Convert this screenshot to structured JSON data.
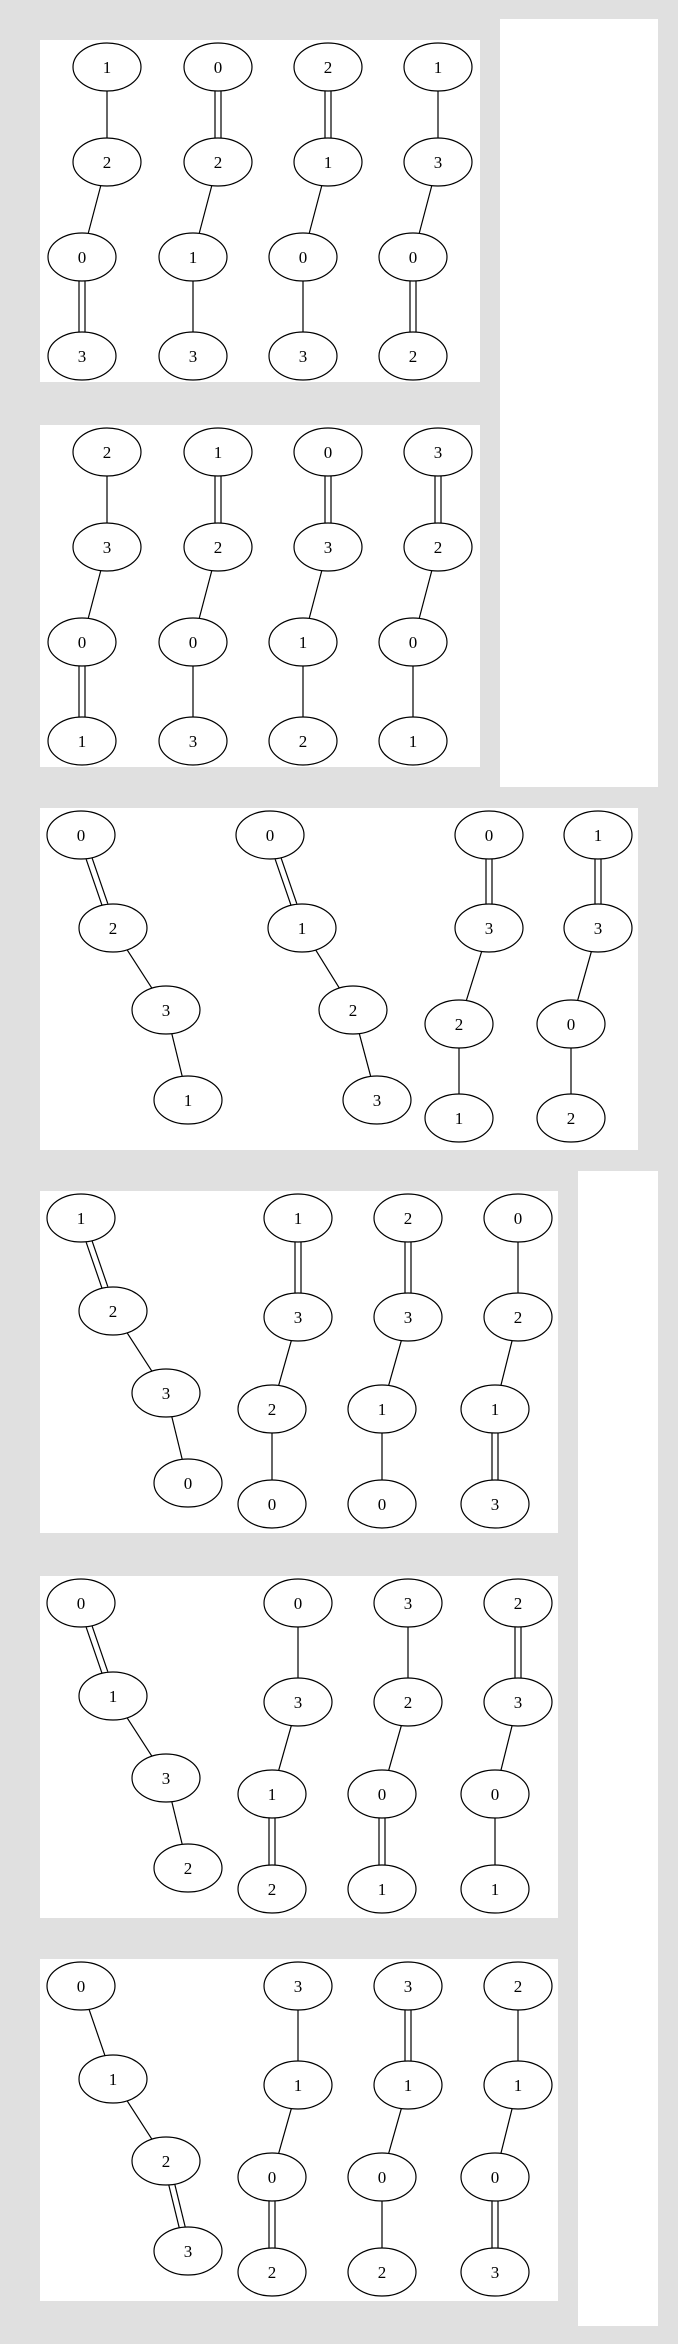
{
  "panels": [
    {
      "graphs": [
        {
          "nodes": [
            "1",
            "2",
            "0",
            "3"
          ],
          "edges": [
            1,
            1,
            2
          ]
        },
        {
          "nodes": [
            "0",
            "2",
            "1",
            "3"
          ],
          "edges": [
            2,
            1,
            1
          ]
        },
        {
          "nodes": [
            "2",
            "1",
            "0",
            "3"
          ],
          "edges": [
            2,
            1,
            1
          ]
        },
        {
          "nodes": [
            "1",
            "3",
            "0",
            "2"
          ],
          "edges": [
            1,
            1,
            2
          ]
        }
      ]
    },
    {
      "graphs": [
        {
          "nodes": [
            "2",
            "3",
            "0",
            "1"
          ],
          "edges": [
            1,
            1,
            2
          ]
        },
        {
          "nodes": [
            "1",
            "2",
            "0",
            "3"
          ],
          "edges": [
            2,
            1,
            1
          ]
        },
        {
          "nodes": [
            "0",
            "3",
            "1",
            "2"
          ],
          "edges": [
            2,
            1,
            1
          ]
        },
        {
          "nodes": [
            "3",
            "2",
            "0",
            "1"
          ],
          "edges": [
            2,
            1,
            1
          ]
        }
      ]
    },
    {
      "graphs": [
        {
          "nodes": [
            "0",
            "2",
            "3",
            "1"
          ],
          "edges": [
            2,
            1,
            1
          ]
        },
        {
          "nodes": [
            "0",
            "1",
            "2",
            "3"
          ],
          "edges": [
            2,
            1,
            1
          ]
        },
        {
          "nodes": [
            "0",
            "3",
            "2",
            "1"
          ],
          "edges": [
            2,
            1,
            1
          ]
        },
        {
          "nodes": [
            "1",
            "3",
            "0",
            "2"
          ],
          "edges": [
            2,
            1,
            1
          ]
        }
      ]
    },
    {
      "graphs": [
        {
          "nodes": [
            "1",
            "2",
            "3",
            "0"
          ],
          "edges": [
            2,
            1,
            1
          ]
        },
        {
          "nodes": [
            "1",
            "3",
            "2",
            "0"
          ],
          "edges": [
            2,
            1,
            1
          ]
        },
        {
          "nodes": [
            "2",
            "3",
            "1",
            "0"
          ],
          "edges": [
            2,
            1,
            1
          ]
        },
        {
          "nodes": [
            "0",
            "2",
            "1",
            "3"
          ],
          "edges": [
            1,
            1,
            2
          ]
        }
      ]
    },
    {
      "graphs": [
        {
          "nodes": [
            "0",
            "1",
            "3",
            "2"
          ],
          "edges": [
            2,
            1,
            1
          ]
        },
        {
          "nodes": [
            "0",
            "3",
            "1",
            "2"
          ],
          "edges": [
            1,
            1,
            2
          ]
        },
        {
          "nodes": [
            "3",
            "2",
            "0",
            "1"
          ],
          "edges": [
            1,
            1,
            2
          ]
        },
        {
          "nodes": [
            "2",
            "3",
            "0",
            "1"
          ],
          "edges": [
            2,
            1,
            1
          ]
        }
      ]
    },
    {
      "graphs": [
        {
          "nodes": [
            "0",
            "1",
            "2",
            "3"
          ],
          "edges": [
            1,
            1,
            2
          ]
        },
        {
          "nodes": [
            "3",
            "1",
            "0",
            "2"
          ],
          "edges": [
            1,
            1,
            2
          ]
        },
        {
          "nodes": [
            "3",
            "1",
            "0",
            "2"
          ],
          "edges": [
            2,
            1,
            1
          ]
        },
        {
          "nodes": [
            "2",
            "1",
            "0",
            "3"
          ],
          "edges": [
            1,
            1,
            2
          ]
        }
      ]
    }
  ]
}
